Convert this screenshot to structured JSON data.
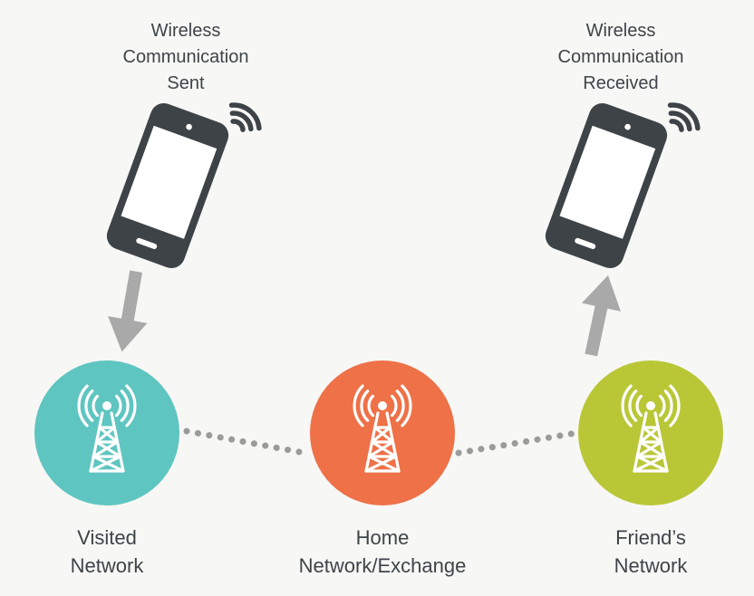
{
  "colors": {
    "background": "#f7f7f5",
    "text": "#3f4449",
    "phone": "#3d4347",
    "arrow": "#a9a9a9",
    "dots": "#9b9b9b",
    "tower": "#ffffff"
  },
  "annotations": {
    "sent": "Wireless\nCommunication\nSent",
    "received": "Wireless\nCommunication\nReceived"
  },
  "nodes": [
    {
      "label": "Visited\nNetwork",
      "color": "#5fc5c1"
    },
    {
      "label": "Home\nNetwork/Exchange",
      "color": "#ee7148"
    },
    {
      "label": "Friend’s\nNetwork",
      "color": "#b9c737"
    }
  ],
  "icons": [
    "smartphone-icon",
    "signal-waves-icon",
    "arrow-down-icon",
    "arrow-up-icon",
    "radio-tower-icon",
    "dotted-connector"
  ]
}
